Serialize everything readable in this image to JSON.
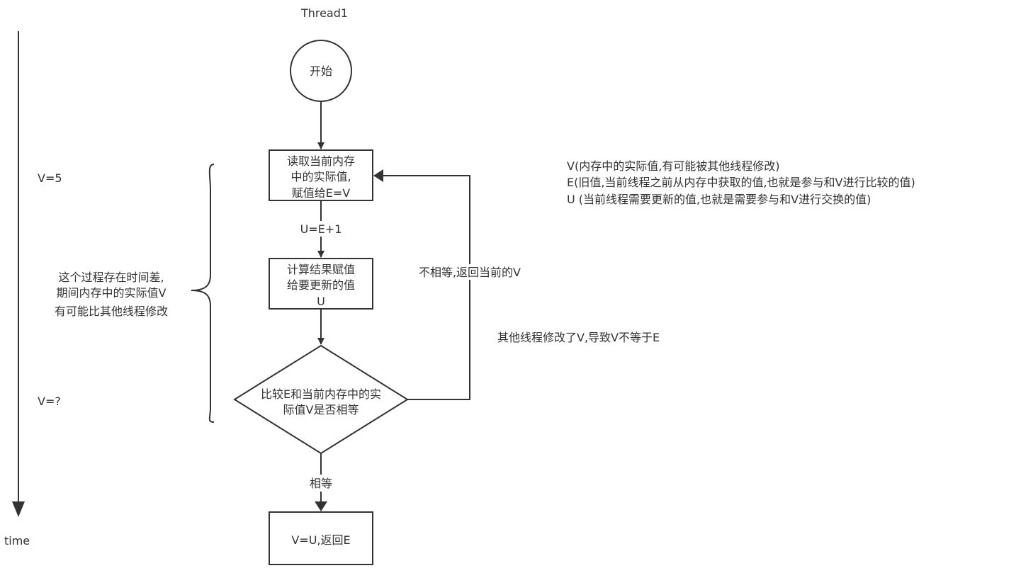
{
  "thread_label": "Thread1",
  "time_label": "time",
  "v_labels": {
    "v_start": "V=5",
    "v_unknown": "V=?"
  },
  "brace_note": [
    "这个过程存在时间差,",
    "期间内存中的实际值V",
    "有可能比其他线程修改"
  ],
  "nodes": {
    "start": "开始",
    "read": [
      "读取当前内存",
      "中的实际值,",
      "赋值给E=V"
    ],
    "compute": [
      "计算结果赋值",
      "给要更新的值",
      "U"
    ],
    "compare": [
      "比较E和当前内存中的实",
      "际值V是否相等"
    ],
    "done": "V=U,返回E"
  },
  "edges": {
    "u_calc": "U=E+1",
    "not_equal": "不相等,返回当前的V",
    "equal": "相等"
  },
  "legend": [
    "V(内存中的实际值,有可能被其他线程修改)",
    "E(旧值,当前线程之前从内存中获取的值,也就是参与和V进行比较的值)",
    "U (当前线程需要更新的值,也就是需要参与和V进行交换的值)"
  ],
  "side_note": "其他线程修改了V,导致V不等于E",
  "colors": {
    "stroke": "#333333",
    "text": "#333333",
    "background": "#ffffff"
  }
}
